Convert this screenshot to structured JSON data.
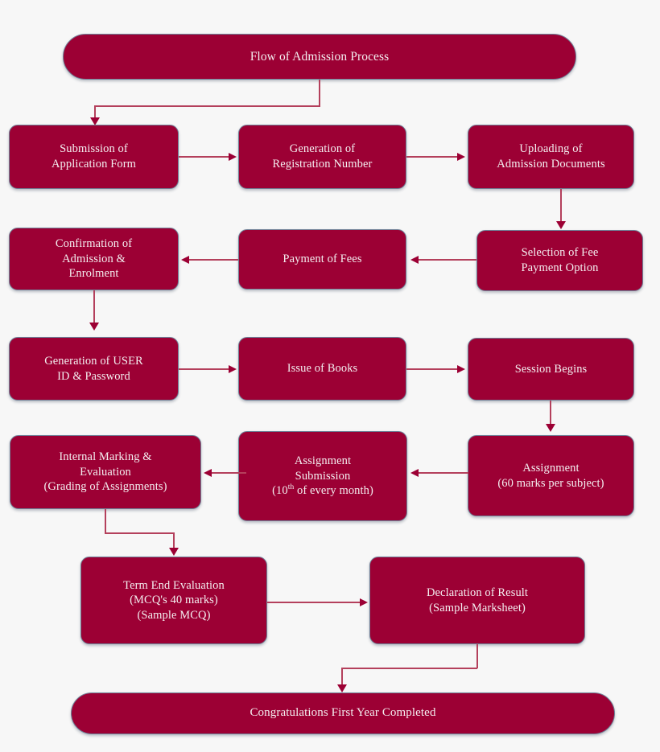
{
  "diagram": {
    "title": "Flow of Admission Process",
    "footer": "Congratulations First Year Completed",
    "colors": {
      "node_fill": "#9c0034",
      "node_border": "#6f7f96",
      "node_text": "#f4eef0",
      "connector": "#b4405c",
      "arrowhead": "#9c0034",
      "background": "#f7f7f7"
    }
  },
  "nodes": {
    "submission_of_application_form": {
      "line1": "Submission of",
      "line2": "Application Form"
    },
    "generation_of_registration_number": {
      "line1": "Generation of",
      "line2": "Registration Number"
    },
    "uploading_of_admission_documents": {
      "line1": "Uploading of",
      "line2": "Admission Documents"
    },
    "selection_of_fee_payment_option": {
      "line1": "Selection of Fee",
      "line2": "Payment Option"
    },
    "payment_of_fees": {
      "line1": "Payment of Fees"
    },
    "confirmation_of_admission": {
      "line1": "Confirmation of",
      "line2": "Admission &",
      "line3": "Enrolment"
    },
    "generation_of_user_id": {
      "line1": "Generation of USER",
      "line2": "ID & Password"
    },
    "issue_of_books": {
      "line1": "Issue of Books"
    },
    "session_begins": {
      "line1": "Session Begins"
    },
    "assignment": {
      "line1": "Assignment",
      "line2": "(60 marks per subject)"
    },
    "assignment_submission": {
      "line1": "Assignment",
      "line2": "Submission",
      "line3_pre": "(10",
      "line3_sup": "th",
      "line3_post": " of every month)"
    },
    "internal_marking_evaluation": {
      "line1": "Internal Marking &",
      "line2": "Evaluation",
      "line3": "(Grading of Assignments)"
    },
    "term_end_evaluation": {
      "line1": "Term End Evaluation",
      "line2": "(MCQ's 40 marks)",
      "line3": "(Sample MCQ)"
    },
    "declaration_of_result": {
      "line1": "Declaration of Result",
      "line2": "(Sample Marksheet)"
    }
  },
  "chart_data": {
    "type": "diagram",
    "title": "Flow of Admission Process",
    "steps": [
      "Submission of Application Form",
      "Generation of Registration Number",
      "Uploading of Admission Documents",
      "Selection of Fee Payment Option",
      "Payment of Fees",
      "Confirmation of Admission & Enrolment",
      "Generation of USER ID & Password",
      "Issue of Books",
      "Session Begins",
      "Assignment (60 marks per subject)",
      "Assignment Submission (10th of every month)",
      "Internal Marking & Evaluation (Grading of Assignments)",
      "Term End Evaluation (MCQ's 40 marks) (Sample MCQ)",
      "Declaration of Result (Sample Marksheet)",
      "Congratulations First Year Completed"
    ]
  }
}
